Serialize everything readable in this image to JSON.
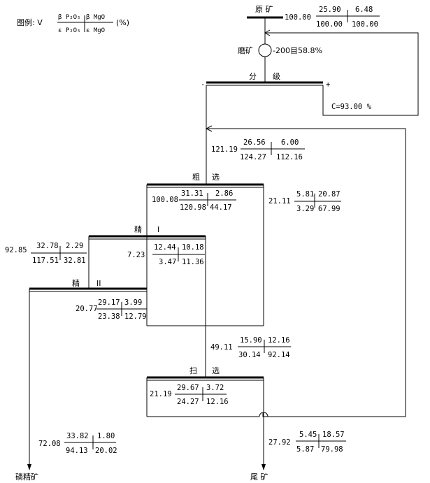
{
  "legend": {
    "prefix": "图例: V",
    "top_left": "β P₂O₅",
    "top_right": "β MgO",
    "bottom_left": "ε P₂O₅",
    "bottom_right": "ε MgO",
    "unit": "(%)"
  },
  "feed": {
    "label": "原 矿",
    "v": "100.00",
    "b1": "25.90",
    "b2": "6.48",
    "e1": "100.00",
    "e2": "100.00"
  },
  "grinding": {
    "label": "磨矿",
    "fineness": "-200目58.8%"
  },
  "classify": {
    "label_left": "分",
    "label_right": "级",
    "minus": "-",
    "plus": "+",
    "circ": "C=93.00 %"
  },
  "rougher_feed": {
    "v": "121.19",
    "b1": "26.56",
    "b2": "6.00",
    "e1": "124.27",
    "e2": "112.16"
  },
  "rougher": {
    "label_left": "粗",
    "label_right": "选"
  },
  "rougher_conc": {
    "v": "100.08",
    "b1": "31.31",
    "b2": "2.86",
    "e1": "120.98",
    "e2": "44.17"
  },
  "rougher_tail": {
    "v": "21.11",
    "b1": "5.81",
    "b2": "20.87",
    "e1": "3.29",
    "e2": "67.99"
  },
  "cleaner1": {
    "label_left": "精",
    "label_right": "I"
  },
  "cleaner1_feed": {
    "v": "92.85",
    "b1": "32.78",
    "b2": "2.29",
    "e1": "117.51",
    "e2": "32.81"
  },
  "cleaner1_tail": {
    "v": "7.23",
    "b1": "12.44",
    "b2": "10.18",
    "e1": "3.47",
    "e2": "11.36"
  },
  "cleaner2": {
    "label_left": "精",
    "label_right": "II"
  },
  "cleaner2_tail": {
    "v": "20.77",
    "b1": "29.17",
    "b2": "3.99",
    "e1": "23.38",
    "e2": "12.79"
  },
  "scav_feed": {
    "v": "49.11",
    "b1": "15.90",
    "b2": "12.16",
    "e1": "30.14",
    "e2": "92.14"
  },
  "scavenger": {
    "label_left": "扫",
    "label_right": "选"
  },
  "scav_conc": {
    "v": "21.19",
    "b1": "29.67",
    "b2": "3.72",
    "e1": "24.27",
    "e2": "12.16"
  },
  "final_conc": {
    "v": "72.08",
    "b1": "33.82",
    "b2": "1.80",
    "e1": "94.13",
    "e2": "20.02",
    "label": "磷精矿"
  },
  "tailings": {
    "v": "27.92",
    "b1": "5.45",
    "b2": "18.57",
    "e1": "5.87",
    "e2": "79.98",
    "label": "尾 矿"
  }
}
